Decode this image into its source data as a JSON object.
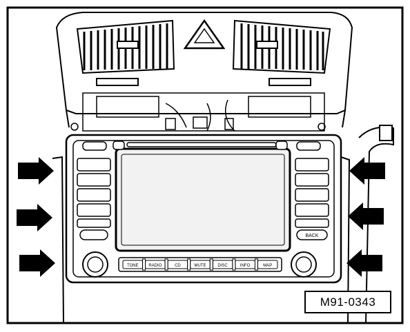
{
  "figure_id": "M91-0343",
  "arrow_count": 6,
  "colors": {
    "ink": "#000000",
    "paper": "#ffffff",
    "screen": "#f2f2f2"
  },
  "radio": {
    "top_buttons": [
      "",
      "",
      ""
    ],
    "bottom_buttons": [
      "TONE",
      "RADIO",
      "CD",
      "MUTE",
      "DISC",
      "INFO",
      "MAP"
    ],
    "right_key": "BACK",
    "left_key": ""
  }
}
